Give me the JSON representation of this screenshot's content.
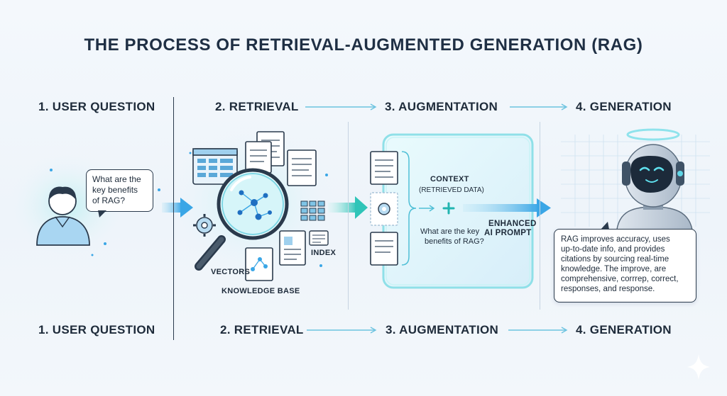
{
  "title": "THE PROCESS OF RETRIEVAL-AUGMENTED GENERATION (RAG)",
  "stages_top": [
    "1. USER QUESTION",
    "2. RETRIEVAL",
    "3. AUGMENTATION",
    "4. GENERATION"
  ],
  "stages_bottom": [
    "1. USER QUESTION",
    "2. RETRIEVAL",
    "3. AUGMENTATION",
    "4. GENERATION"
  ],
  "user_bubble": {
    "line1": "What are the",
    "line2": "key benefits",
    "line3": "of RAG?"
  },
  "retrieval": {
    "vectors": "VECTORS",
    "index": "INDEX",
    "knowledge_base": "KNOWLEDGE BASE"
  },
  "augmentation": {
    "context": "CONTEXT",
    "context_sub": "(RETRIEVED DATA)",
    "question_line1": "What are the key",
    "question_line2": "benefits of RAG?",
    "enhanced_line1": "ENHANCED",
    "enhanced_line2": "AI PROMPT"
  },
  "generation": {
    "answer_lines": [
      "RAG improves accuracy, uses",
      "up-to-date info, and provides",
      "citations by sourcing real-time",
      "knowledge. The improve, are",
      "comprehensive, corrrep, correct,",
      "responses, and response."
    ]
  },
  "colors": {
    "accent": "#3aa6e6",
    "teal": "#4fd1c5",
    "dark": "#1e2b3a",
    "panel": "#e6f6fb"
  },
  "icons": [
    "user-icon",
    "document-icon",
    "table-icon",
    "magnifier-icon",
    "gear-icon",
    "grid-index-icon",
    "robot-icon",
    "sparkle-icon"
  ]
}
